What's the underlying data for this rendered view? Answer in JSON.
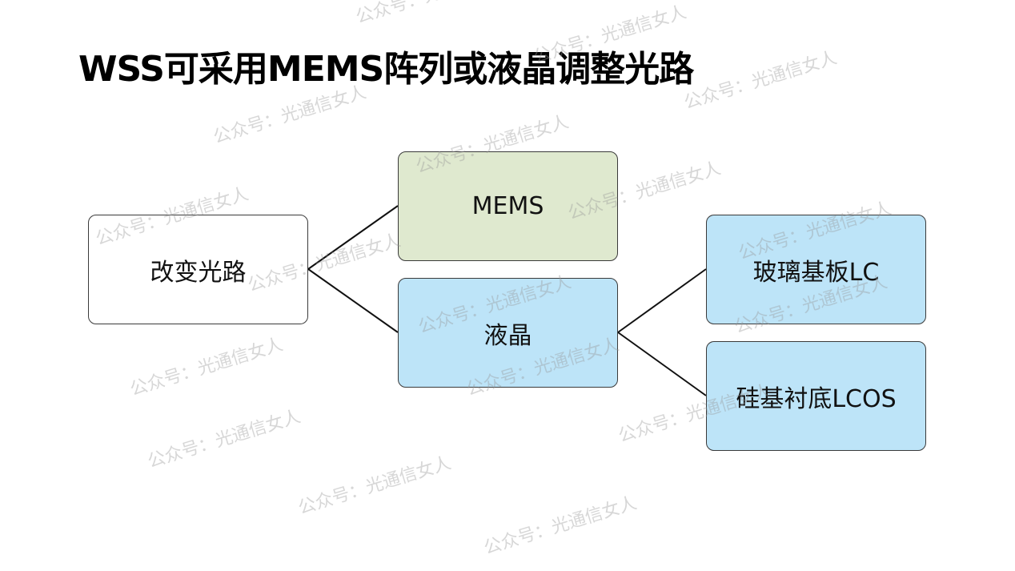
{
  "title": "WSS可采用MEMS阵列或液晶调整光路",
  "nodes": {
    "root": "改变光路",
    "mems": "MEMS",
    "lc": "液晶",
    "glass_lc": "玻璃基板LC",
    "lcos": "硅基衬底LCOS"
  },
  "watermark": "公众号：光通信女人",
  "colors": {
    "green_fill": "#dfe9cf",
    "blue_fill": "#bde4f8",
    "border": "#3a3a3a"
  }
}
